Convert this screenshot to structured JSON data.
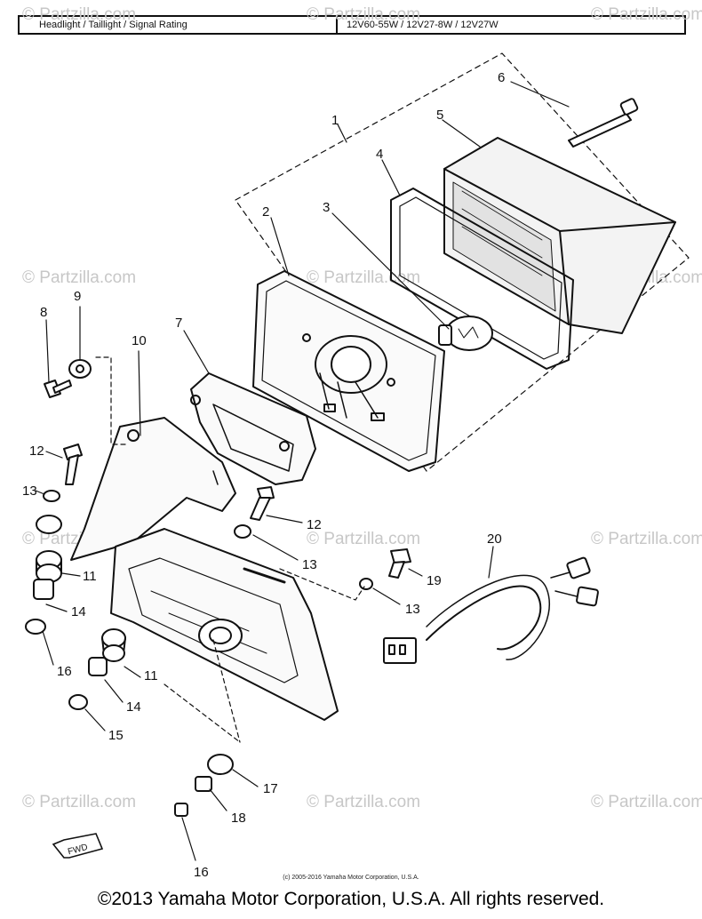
{
  "header": {
    "label": "Headlight / Taillight / Signal Rating",
    "value": "12V60-55W / 12V27-8W / 12V27W"
  },
  "watermark": "© Partzilla.com",
  "callouts": {
    "c1": "1",
    "c2": "2",
    "c3": "3",
    "c4": "4",
    "c5": "5",
    "c6": "6",
    "c7": "7",
    "c8": "8",
    "c9": "9",
    "c10": "10",
    "c11a": "11",
    "c11b": "11",
    "c12a": "12",
    "c12b": "12",
    "c13a": "13",
    "c13b": "13",
    "c13c": "13",
    "c14a": "14",
    "c14b": "14",
    "c15": "15",
    "c16a": "16",
    "c16b": "16",
    "c17": "17",
    "c18": "18",
    "c19": "19",
    "c20": "20"
  },
  "fwd_label": "FWD",
  "small_copyright": "(c) 2005-2016 Yamaha Motor Corporation, U.S.A.",
  "footer": "©2013 Yamaha Motor Corporation, U.S.A. All rights reserved."
}
